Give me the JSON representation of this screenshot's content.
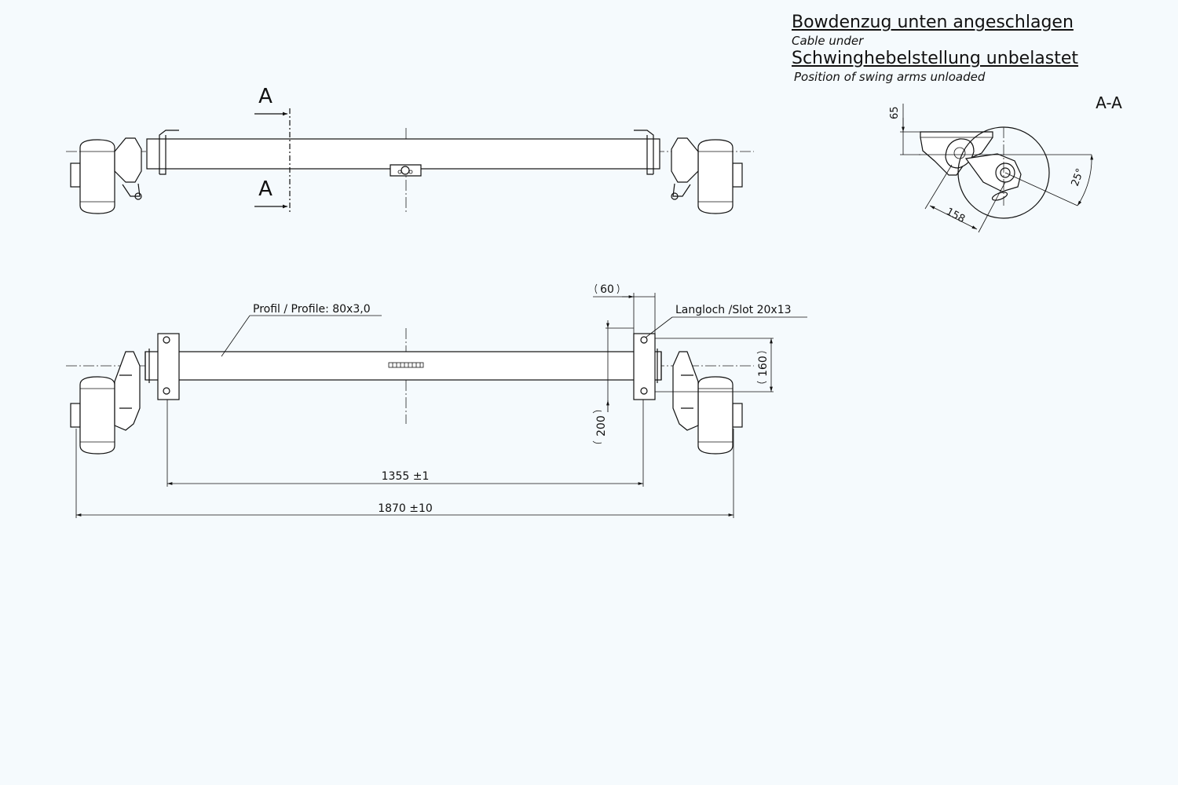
{
  "notes": {
    "line1": "Bowdenzug unten angeschlagen",
    "line1_en": "Cable under",
    "line2": "Schwinghebelstellung unbelastet",
    "line2_en": "Position of swing arms unloaded"
  },
  "section": {
    "marker": "A",
    "title": "A-A",
    "dim_height": "65",
    "dim_length": "158",
    "angle": "25°"
  },
  "bottom_view": {
    "profile_label": "Profil / Profile: 80x3,0",
    "slot_label": "Langloch /Slot 20x13",
    "dim_bracket_width": "60",
    "dim_bracket_height": "160",
    "dim_offset": "200",
    "dim_inner": "1355 ±1",
    "dim_overall": "1870 ±10"
  }
}
